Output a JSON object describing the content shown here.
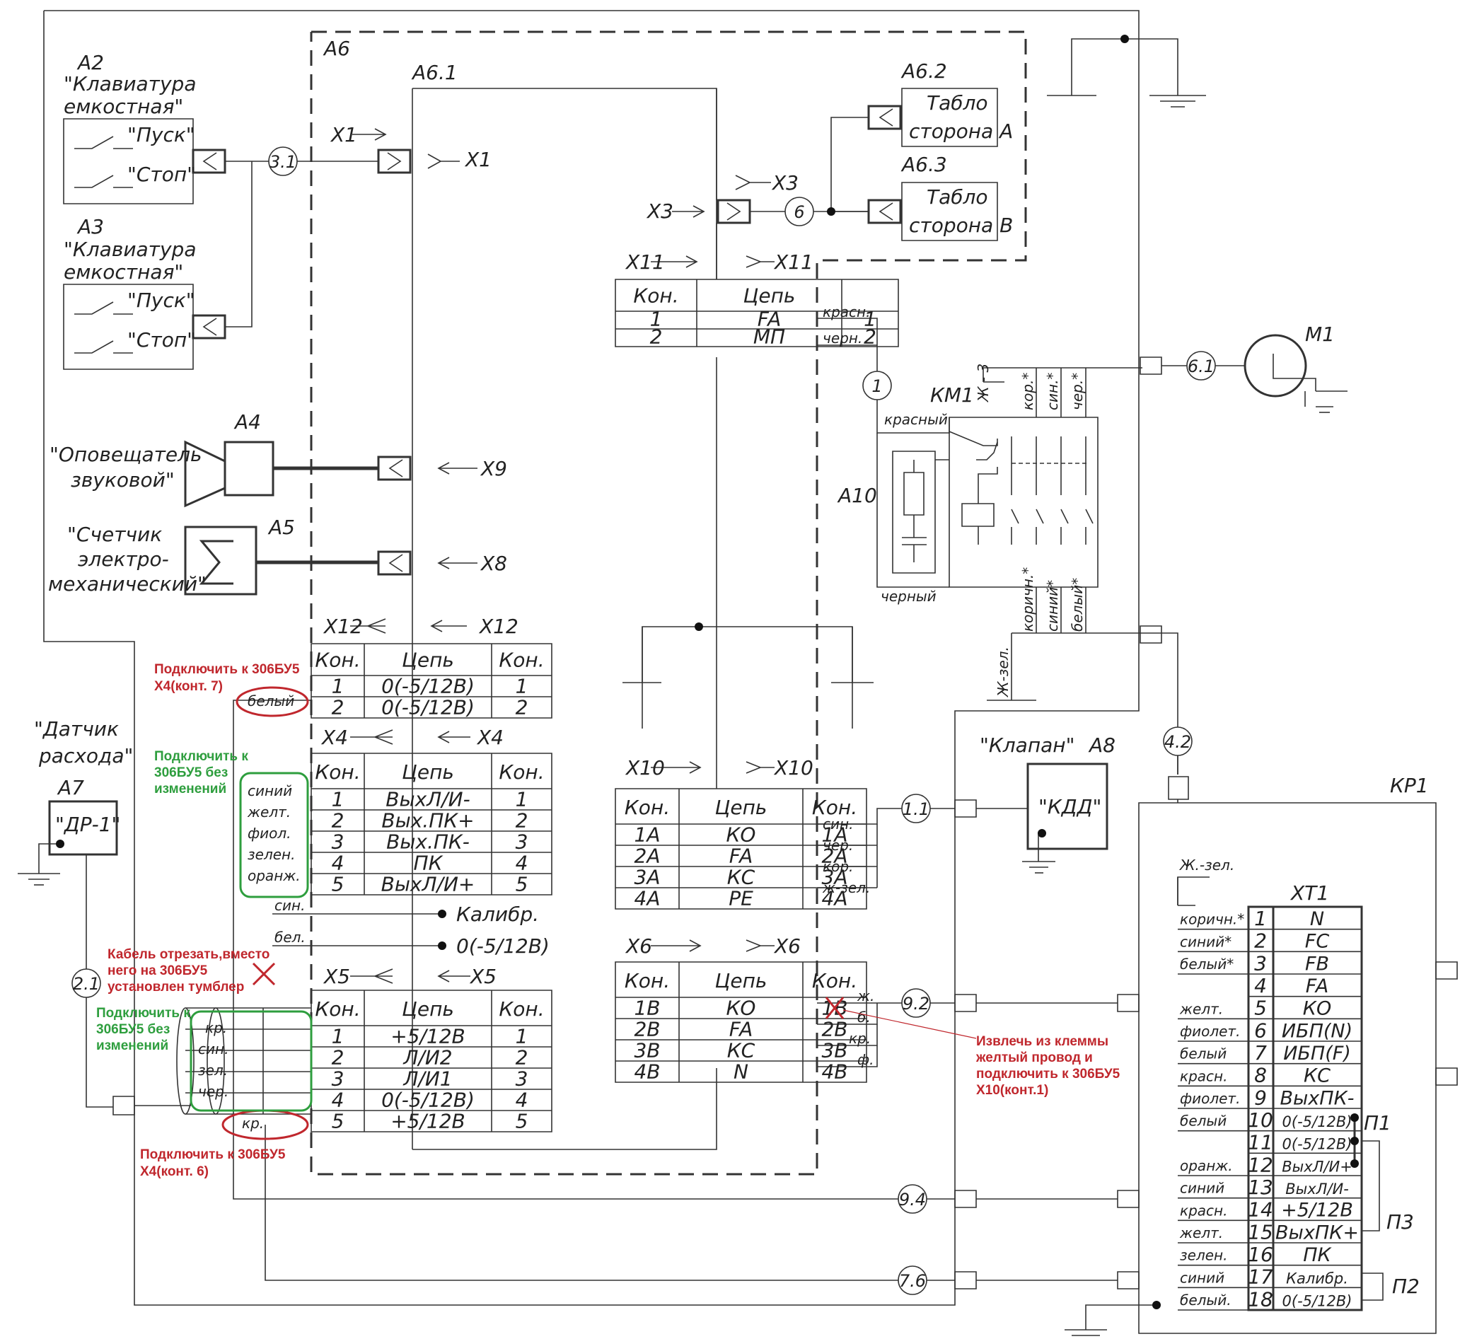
{
  "blocks": {
    "a6": "А6",
    "a61": "А6.1",
    "a62": "А6.2",
    "a63": "А6.3",
    "a2": "А2",
    "a3": "А3",
    "a4": "А4",
    "a5": "А5",
    "a7": "А7",
    "a8": "А8",
    "a10": "А10",
    "kp1": "КР1",
    "km1": "КМ1",
    "m1": "М1",
    "xt1": "ХТ1"
  },
  "devices": {
    "keyboard_line1": "\"Клавиатура",
    "keyboard_line2": "емкостная\"",
    "pusk": "\"Пуск\"",
    "stop": "\"Стоп\"",
    "tablo": "Табло",
    "side_a": "сторона А",
    "side_b": "сторона В",
    "beeper_line1": "\"Оповещатель",
    "beeper_line2": "звуковой\"",
    "counter_line1": "\"Счетчик",
    "counter_line2": "электро-",
    "counter_line3": "механический\"",
    "sensor_line1": "\"Датчик",
    "sensor_line2": "расхода\"",
    "sensor_model": "\"ДР-1\"",
    "valve": "\"Клапан\"",
    "valve_model": "\"КДД\""
  },
  "connectors": {
    "x1": "Х1",
    "x3": "Х3",
    "x4": "Х4",
    "x5": "Х5",
    "x6": "Х6",
    "x8": "Х8",
    "x9": "Х9",
    "x10": "Х10",
    "x11": "Х11",
    "x12": "Х12"
  },
  "nodes": {
    "n31": "3.1",
    "n6": "6",
    "n1": "1",
    "n61": "6.1",
    "n42": "4.2",
    "n11": "1.1",
    "n92": "9.2",
    "n94": "9.4",
    "n76": "7.6",
    "n21": "2.1"
  },
  "table_headers": {
    "kon": "Кон.",
    "cep": "Цепь"
  },
  "tables": {
    "x11": [
      [
        "1",
        "FA",
        "1"
      ],
      [
        "2",
        "МП",
        "2"
      ]
    ],
    "x12": [
      [
        "1",
        "0(-5/12В)",
        "1"
      ],
      [
        "2",
        "0(-5/12В)",
        "2"
      ]
    ],
    "x4": [
      [
        "1",
        "ВыхЛ/И-",
        "1"
      ],
      [
        "2",
        "Вых.ПК+",
        "2"
      ],
      [
        "3",
        "Вых.ПК-",
        "3"
      ],
      [
        "4",
        "ПК",
        "4"
      ],
      [
        "5",
        "ВыхЛ/И+",
        "5"
      ]
    ],
    "x5": [
      [
        "1",
        "+5/12В",
        "1"
      ],
      [
        "2",
        "Л/И2",
        "2"
      ],
      [
        "3",
        "Л/И1",
        "3"
      ],
      [
        "4",
        "0(-5/12В)",
        "4"
      ],
      [
        "5",
        "+5/12В",
        "5"
      ]
    ],
    "x10": [
      [
        "1А",
        "КО",
        "1А"
      ],
      [
        "2А",
        "FA",
        "2А"
      ],
      [
        "3А",
        "КС",
        "3А"
      ],
      [
        "4А",
        "PE",
        "4А"
      ]
    ],
    "x6": [
      [
        "1В",
        "КО",
        "1В"
      ],
      [
        "2В",
        "FA",
        "2В"
      ],
      [
        "3В",
        "КС",
        "3В"
      ],
      [
        "4В",
        "N",
        "4В"
      ]
    ]
  },
  "xt1_rows": [
    [
      "1",
      "N"
    ],
    [
      "2",
      "FC"
    ],
    [
      "3",
      "FB"
    ],
    [
      "4",
      "FA"
    ],
    [
      "5",
      "КО"
    ],
    [
      "6",
      "ИБП(N)"
    ],
    [
      "7",
      "ИБП(F)"
    ],
    [
      "8",
      "КС"
    ],
    [
      "9",
      "ВыхПК-"
    ],
    [
      "10",
      "0(-5/12В)"
    ],
    [
      "11",
      "0(-5/12В)"
    ],
    [
      "12",
      "ВыхЛ/И+"
    ],
    [
      "13",
      "ВыхЛ/И-"
    ],
    [
      "14",
      "+5/12В"
    ],
    [
      "15",
      "ВыхПК+"
    ],
    [
      "16",
      "ПК"
    ],
    [
      "17",
      "Калибр."
    ],
    [
      "18",
      "0(-5/12В)"
    ]
  ],
  "jumpers": {
    "p1": "П1",
    "p2": "П2",
    "p3": "П3"
  },
  "wires": {
    "krasn": "красн.",
    "chern": "черн.",
    "krasnyi": "красный",
    "chernyi": "черный",
    "zh3": "Ж - 3",
    "kor_star": "кор.*",
    "sin_star": "син.*",
    "cher_star": "чер.*",
    "korichn_star": "коричн.*",
    "siniy_star": "синий*",
    "beliy_star": "белый*",
    "zh_zel": "Ж-зел.",
    "x12_white": "белый",
    "x4_w1": "синий",
    "x4_w2": "желт.",
    "x4_w3": "фиол.",
    "x4_w4": "зелен.",
    "x4_w5": "оранж.",
    "sin": "син.",
    "bel": "бел.",
    "calib": "Калибр.",
    "zero": "0(-5/12В)",
    "x5_w1": "кр.",
    "x5_w2": "син.",
    "x5_w3": "зел.",
    "x5_w4": "чер.",
    "x5_w5": "кр.",
    "x10_w1": "син.",
    "x10_w2": "чер.",
    "x10_w3": "кор.",
    "x10_w4": "ж-зел.",
    "x6_w1": "ж.",
    "x6_w2": "б.",
    "x6_w3": "кр.",
    "x6_w4": "ф.",
    "xt1_zh_zel": "Ж.-зел.",
    "xt1_left": [
      "коричн.*",
      "синий*",
      "белый*",
      "",
      "желт.",
      "фиолет.",
      "белый",
      "красн.",
      "фиолет.",
      "белый",
      "",
      "оранж.",
      "синий",
      "красн.",
      "желт.",
      "зелен.",
      "синий",
      "белый."
    ]
  },
  "annotations": {
    "red1_l1": "Подключить к 306БУ5",
    "red1_l2": "Х4(конт. 7)",
    "green1_l1": "Подключить к",
    "green1_l2": "306БУ5 без",
    "green1_l3": "изменений",
    "red2_l1": "Кабель отрезать,вместо",
    "red2_l2": "него на 306БУ5",
    "red2_l3": "установлен тумблер",
    "green2_l1": "Подключить к",
    "green2_l2": "306БУ5 без",
    "green2_l3": "изменений",
    "red3_l1": "Подключить к 306БУ5",
    "red3_l2": "Х4(конт. 6)",
    "red4_l1": "Извлечь из клеммы",
    "red4_l2": "желтый провод и",
    "red4_l3": "подключить к 306БУ5",
    "red4_l4": "Х10(конт.1)"
  },
  "colors": {
    "line": "#333333",
    "red": "#c0272d",
    "green": "#2e9e3e"
  }
}
